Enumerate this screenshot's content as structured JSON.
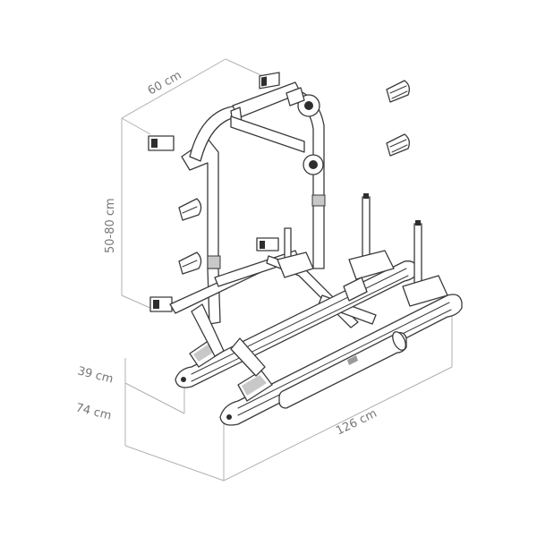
{
  "dimensions": {
    "depth": "60 cm",
    "height_range": "50-80 cm",
    "lower_height": "39 cm",
    "total_height": "74 cm",
    "width": "126 cm"
  }
}
